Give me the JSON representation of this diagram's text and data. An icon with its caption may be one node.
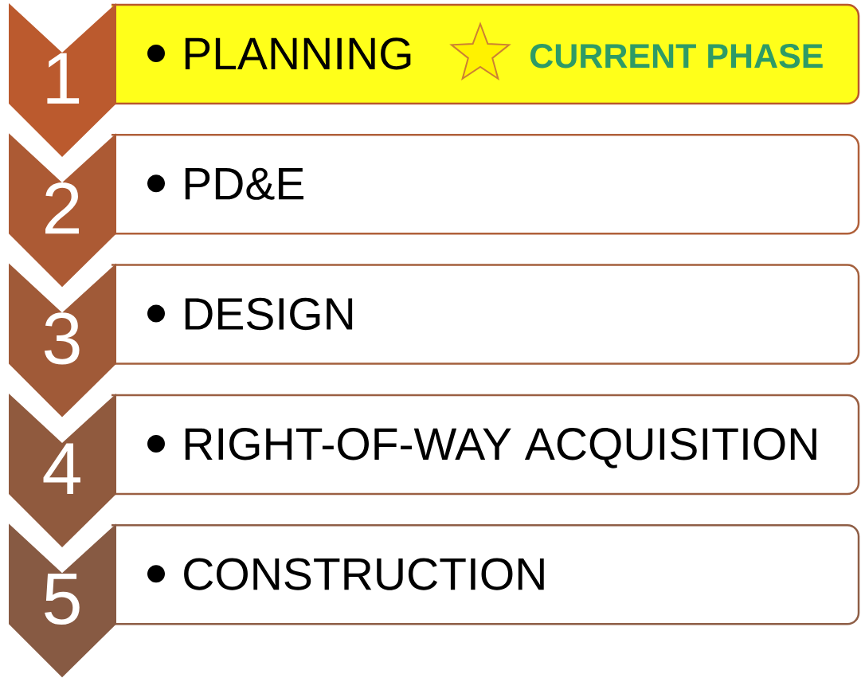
{
  "diagram": {
    "nodes": [
      {
        "text": [
          "1"
        ]
      },
      {
        "text": [
          "PLANNING",
          "CURRENT PHASE"
        ]
      },
      {
        "text": [
          "2"
        ]
      },
      {
        "text": [
          "PD&E"
        ]
      },
      {
        "text": [
          "3"
        ]
      },
      {
        "text": [
          "DESIGN"
        ]
      },
      {
        "text": [
          "4"
        ]
      },
      {
        "text": [
          "RIGHT-OF-WAY ACQUISITION"
        ]
      },
      {
        "text": [
          "5"
        ]
      },
      {
        "text": [
          "CONSTRUCTION"
        ]
      }
    ]
  }
}
